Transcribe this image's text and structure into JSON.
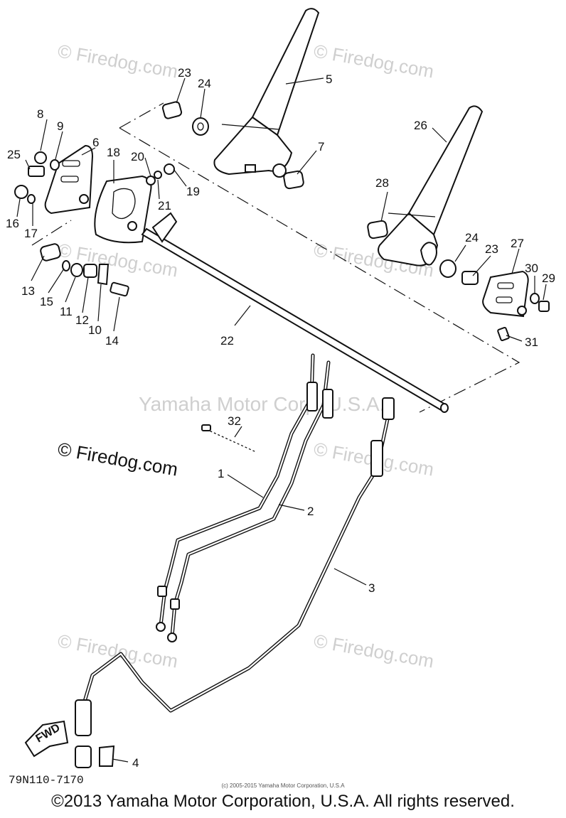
{
  "watermark": {
    "brand": "© Firedog.com",
    "center": "Yamaha Motor Corp, U.S.A."
  },
  "callouts": [
    "1",
    "2",
    "3",
    "4",
    "5",
    "6",
    "7",
    "8",
    "9",
    "10",
    "11",
    "12",
    "13",
    "14",
    "15",
    "16",
    "17",
    "18",
    "19",
    "20",
    "21",
    "22",
    "23",
    "24",
    "25",
    "26",
    "27",
    "28",
    "29",
    "30",
    "31",
    "32",
    "23",
    "24"
  ],
  "fwd_label": "FWD",
  "diagram_code": "79N110-7170",
  "small_note": "(c) 2005-2015 Yamaha Motor Corporation, U.S.A",
  "copyright": "©2013 Yamaha Motor Corporation, U.S.A. All rights reserved."
}
